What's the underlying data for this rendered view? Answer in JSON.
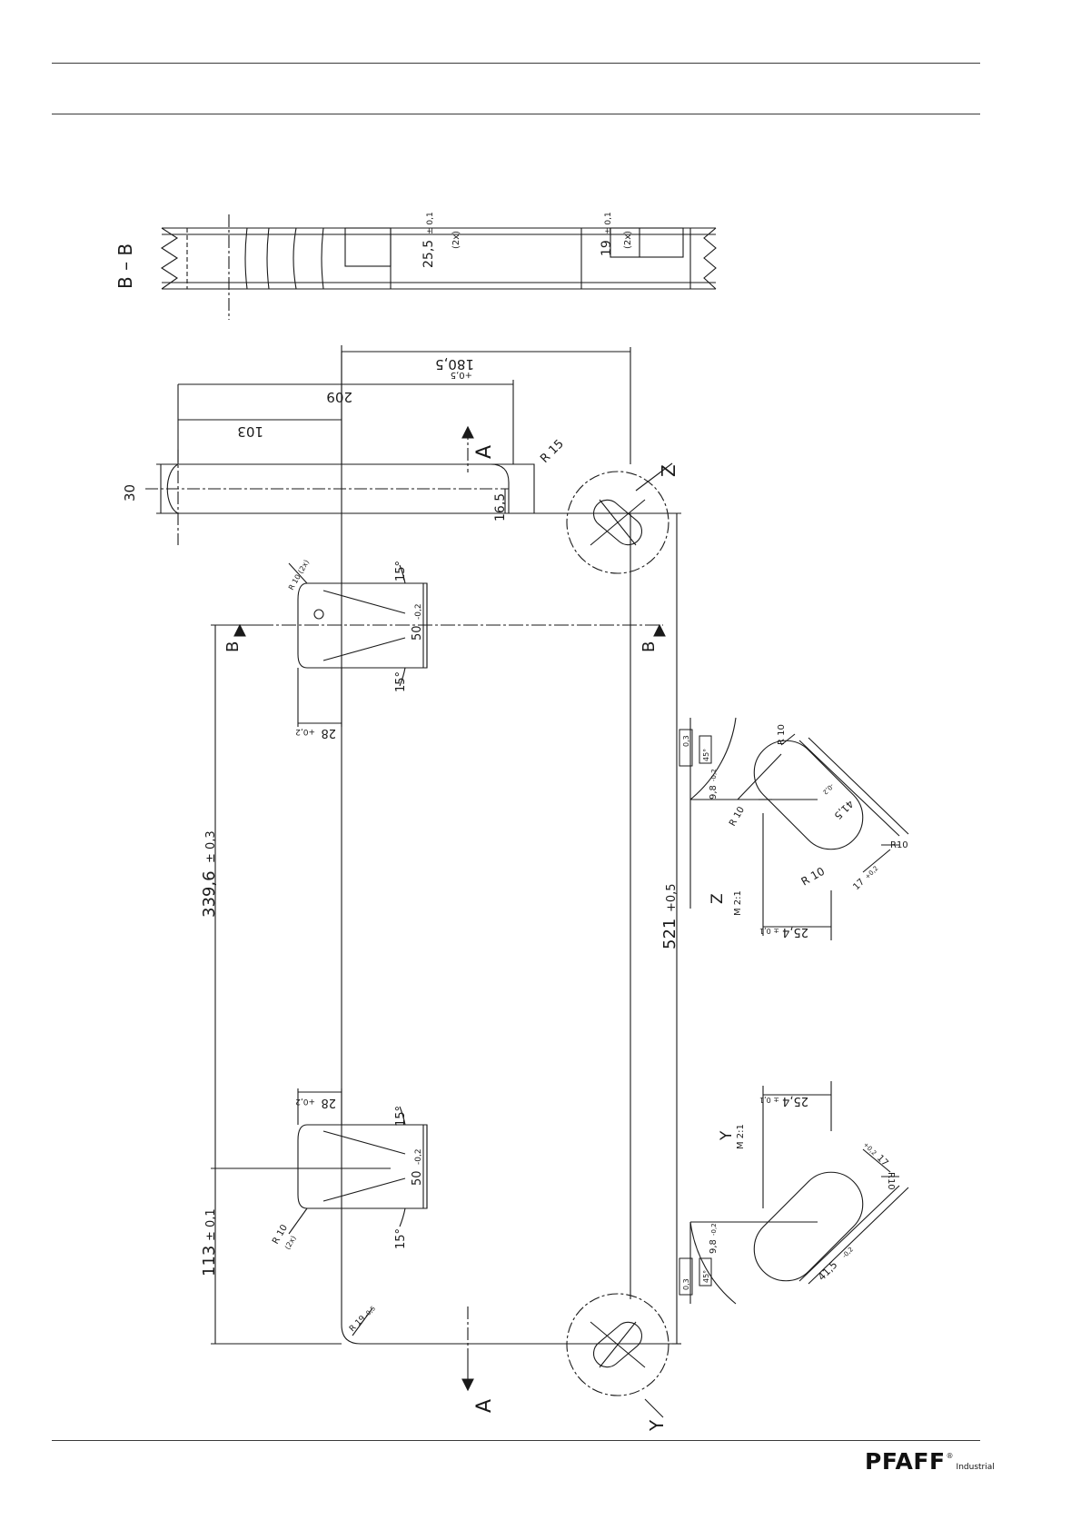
{
  "section": {
    "label": "B – B"
  },
  "dimensions": {
    "d_25_5": "25,5",
    "d_25_5_tol": "± 0,1",
    "d_25_5_count": "(2x)",
    "d_19": "19",
    "d_19_tol": "± 0,1",
    "d_19_count": "(2x)",
    "d_180_5": "180,5",
    "d_180_5_tol": "+0,5",
    "d_209": "209",
    "d_103": "103",
    "d_30": "30",
    "d_16_5": "16,5",
    "r_15": "R 15",
    "r_10_small_top": "R 10 (2x)",
    "angle_15": "15°",
    "d_50_top": "50",
    "d_50_top_tol": "-0,2",
    "d_28": "28",
    "d_28_tol": "+0,2",
    "d_339_6": "339,6",
    "d_339_6_tol": "± 0,3",
    "d_521": "521",
    "d_521_tol": "+0,5",
    "d_113": "113",
    "d_113_tol": "± 0,1",
    "r_10_bottom": "R 10",
    "r_10_bottom_count": "(2x)",
    "d_50_bottom": "50",
    "d_50_bottom_tol": "-0,2",
    "r_19": "R 19",
    "r_19_tol": "-0,5"
  },
  "section_markers": {
    "a": "A",
    "b": "B",
    "z": "Z",
    "y": "Y"
  },
  "detail_z": {
    "title": "Z",
    "scale": "M 2:1",
    "angle_tol": "0,3",
    "angle": "45°",
    "d_9_8": "9,8",
    "d_9_8_tol": "-0,2",
    "r10_a": "R 10",
    "r10_b": "R 10",
    "r10_c": "R 10",
    "r10_d": "R10",
    "d_41_5": "41,5",
    "d_41_5_tol": "-0,2",
    "d_17": "17",
    "d_17_tol": "+0,2",
    "d_25_4": "25,4",
    "d_25_4_tol": "± 0,1"
  },
  "detail_y": {
    "title": "Y",
    "scale": "M 2:1",
    "angle_tol": "0,3",
    "angle": "45°",
    "d_9_8": "9,8",
    "d_9_8_tol": "-0,2",
    "r10": "R10",
    "d_41_5": "41,5",
    "d_41_5_tol": "-0,2",
    "d_17": "17",
    "d_17_tol": "+0,2",
    "d_25_4": "25,4",
    "d_25_4_tol": "± 0,1"
  },
  "footer": {
    "brand": "PFAFF",
    "registered": "®",
    "subbrand": "Industrial"
  }
}
